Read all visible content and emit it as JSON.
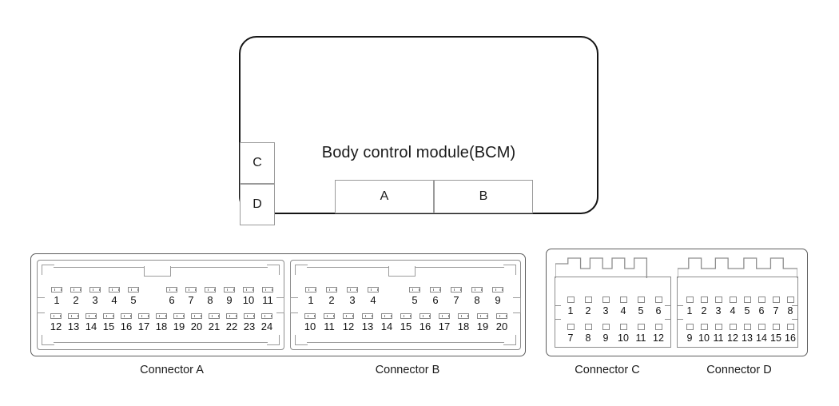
{
  "module": {
    "title": "Body control module(BCM)",
    "side_ports": [
      {
        "label": "C"
      },
      {
        "label": "D"
      }
    ],
    "bottom_ports": [
      {
        "label": "A"
      },
      {
        "label": "B"
      }
    ]
  },
  "connectors": [
    {
      "id": "a",
      "caption": "Connector A",
      "top_row": [
        "1",
        "2",
        "3",
        "4",
        "5",
        "",
        "6",
        "7",
        "8",
        "9",
        "10",
        "11"
      ],
      "bottom_row": [
        "12",
        "13",
        "14",
        "15",
        "16",
        "17",
        "18",
        "19",
        "20",
        "21",
        "22",
        "23",
        "24"
      ]
    },
    {
      "id": "b",
      "caption": "Connector B",
      "top_row": [
        "1",
        "2",
        "3",
        "4",
        "",
        "5",
        "6",
        "7",
        "8",
        "9"
      ],
      "bottom_row": [
        "10",
        "11",
        "12",
        "13",
        "14",
        "15",
        "16",
        "17",
        "18",
        "19",
        "20"
      ]
    },
    {
      "id": "c",
      "caption": "Connector C",
      "top_row": [
        "1",
        "2",
        "3",
        "4",
        "5",
        "6"
      ],
      "bottom_row": [
        "7",
        "8",
        "9",
        "10",
        "11",
        "12"
      ]
    },
    {
      "id": "d",
      "caption": "Connector D",
      "top_row": [
        "1",
        "2",
        "3",
        "4",
        "5",
        "6",
        "7",
        "8"
      ],
      "bottom_row": [
        "9",
        "10",
        "11",
        "12",
        "13",
        "14",
        "15",
        "16"
      ]
    }
  ],
  "colors": {
    "outline_dark": "#141414",
    "outline_mid": "#5d5d5d",
    "outline_light": "#8d8d8d",
    "background": "#ffffff",
    "text": "#1b1b1b"
  }
}
